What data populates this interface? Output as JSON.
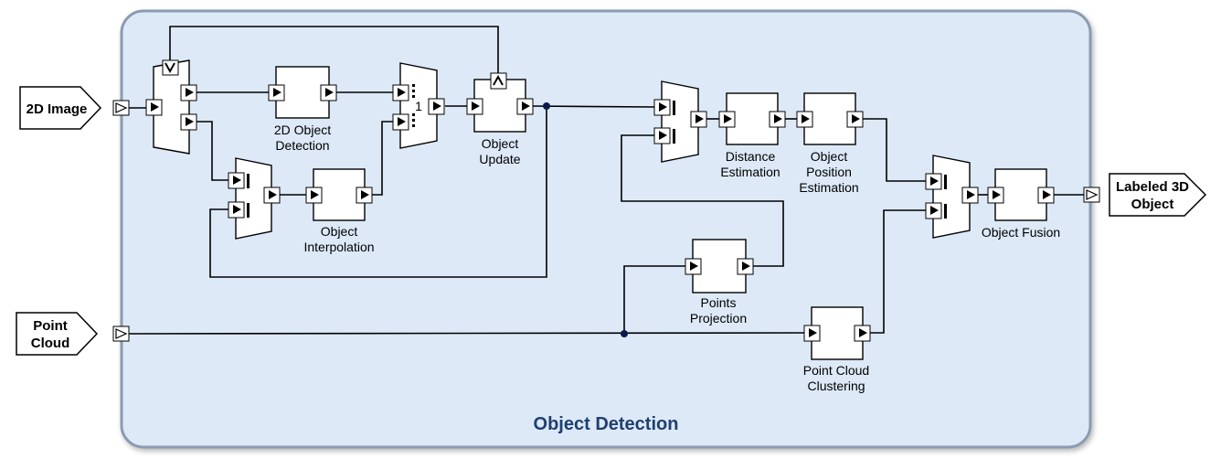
{
  "diagram": {
    "title": "Object Detection",
    "inputs": {
      "image": [
        "2D Image"
      ],
      "cloud": [
        "Point",
        "Cloud"
      ]
    },
    "output": [
      "Labeled 3D",
      "Object"
    ],
    "blocks": {
      "detection": [
        "2D Object",
        "Detection"
      ],
      "interpolation": [
        "Object",
        "Interpolation"
      ],
      "update": [
        "Object",
        "Update"
      ],
      "distance": [
        "Distance",
        "Estimation"
      ],
      "position": [
        "Object",
        "Position",
        "Estimation"
      ],
      "fusion": [
        "Object Fusion"
      ],
      "projection": [
        "Points",
        "Projection"
      ],
      "clustering": [
        "Point Cloud",
        "Clustering"
      ]
    },
    "switch_index": "1"
  }
}
